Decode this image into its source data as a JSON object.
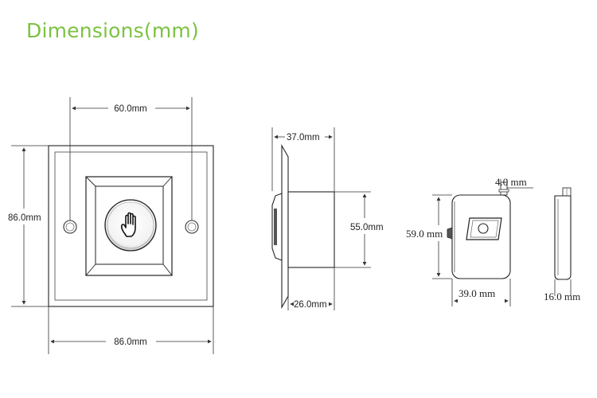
{
  "title": "Dimensions(mm)",
  "accent_color": "#7cc242",
  "front_view": {
    "button_icon": "hand-icon",
    "dim_hole_spacing": "60.0mm",
    "dim_height": "86.0mm",
    "dim_width": "86.0mm"
  },
  "side_view": {
    "dim_depth": "37.0mm",
    "dim_body_height": "55.0mm",
    "dim_body_depth": "26.0mm"
  },
  "bracket_view": {
    "dim_tab": "4.0 mm",
    "dim_height": "59.0 mm",
    "dim_width": "39.0 mm",
    "dim_thickness": "16.0 mm"
  }
}
